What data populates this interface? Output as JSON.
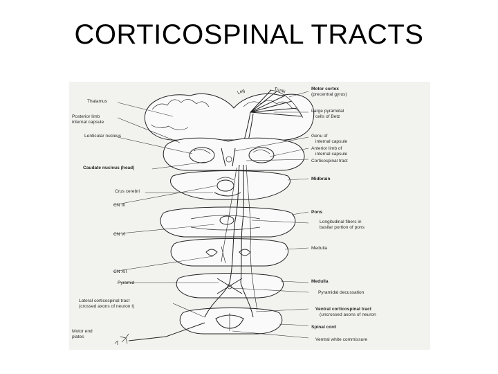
{
  "slide": {
    "title": "CORTICOSPINAL TRACTS"
  },
  "diagram": {
    "labels_left": [
      {
        "key": "thalamus",
        "text": "Thalamus"
      },
      {
        "key": "posterior_limb",
        "text": "Posterior limb"
      },
      {
        "key": "posterior_limb_2",
        "text": "internal capsule"
      },
      {
        "key": "lenticular",
        "text": "Lenticular nucleus"
      },
      {
        "key": "caudate",
        "text": "Caudate nucleus (head)"
      },
      {
        "key": "crus",
        "text": "Crus cerebri"
      },
      {
        "key": "cn3",
        "text": "CN III"
      },
      {
        "key": "cn6",
        "text": "CN VI"
      },
      {
        "key": "cn12",
        "text": "CN XII"
      },
      {
        "key": "pyramid",
        "text": "Pyramid"
      },
      {
        "key": "lateral_tract",
        "text": "Lateral corticospinal tract"
      },
      {
        "key": "lateral_tract_2",
        "text": "(crossed axons of neuron I)"
      },
      {
        "key": "motor_plates",
        "text": "Motor end"
      },
      {
        "key": "motor_plates_2",
        "text": "plates"
      }
    ],
    "labels_right": [
      {
        "key": "motor_cortex",
        "text": "Motor cortex"
      },
      {
        "key": "motor_cortex_2",
        "text": "(precentral gyrus)"
      },
      {
        "key": "pyramidal_cells",
        "text": "Large pyramidal"
      },
      {
        "key": "pyramidal_cells_2",
        "text": "cells of Betz"
      },
      {
        "key": "genu",
        "text": "Genu of"
      },
      {
        "key": "genu_2",
        "text": "internal capsule"
      },
      {
        "key": "anterior_limb",
        "text": "Anterior limb of"
      },
      {
        "key": "anterior_limb_2",
        "text": "internal capsule"
      },
      {
        "key": "cst",
        "text": "Corticospinal tract"
      },
      {
        "key": "midbrain",
        "text": "Midbrain"
      },
      {
        "key": "pons",
        "text": "Pons"
      },
      {
        "key": "longitudinal",
        "text": "Longitudinal fibers in"
      },
      {
        "key": "longitudinal_2",
        "text": "basilar portion of pons"
      },
      {
        "key": "medulla1",
        "text": "Medulla"
      },
      {
        "key": "medulla2",
        "text": "Medulla"
      },
      {
        "key": "decussation",
        "text": "Pyramidal decussation"
      },
      {
        "key": "ventral_tract",
        "text": "Ventral corticospinal tract"
      },
      {
        "key": "ventral_tract_2",
        "text": "(uncrossed axons of neuron"
      },
      {
        "key": "spinal_cord",
        "text": "Spinal cord"
      },
      {
        "key": "ventral_commissure",
        "text": "Ventral white commissure"
      }
    ],
    "cortex_top_labels": [
      "Leg",
      "Trunk"
    ]
  }
}
